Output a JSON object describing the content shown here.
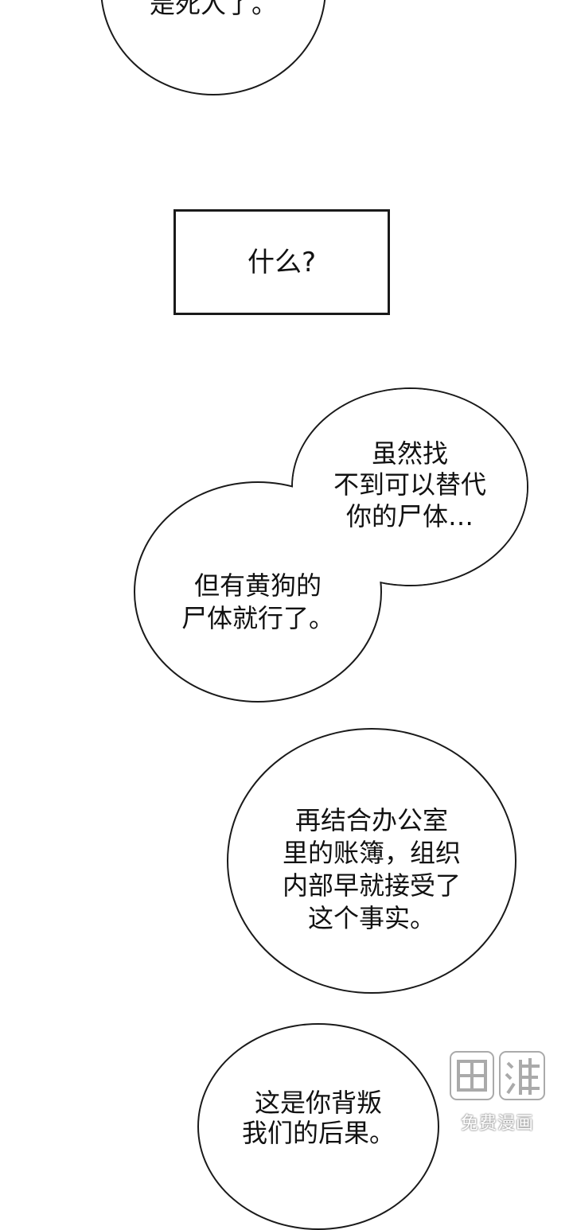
{
  "panels": {
    "top_bubble": {
      "text": "是死人了。"
    },
    "caption_box": {
      "text": "什么?"
    },
    "double_bubble": {
      "upper_lines": [
        "虽然找",
        "不到可以替代",
        "你的尸体…"
      ],
      "lower_lines": [
        "但有黄狗的",
        "尸体就行了。"
      ]
    },
    "mid_bubble": {
      "lines": [
        "再结合办公室",
        "里的账簿，组织",
        "内部早就接受了",
        "这个事实。"
      ]
    },
    "bottom_bubble": {
      "lines": [
        "这是你背叛",
        "我们的后果。"
      ]
    }
  },
  "watermark": {
    "logo_text": "画涯",
    "subtitle": "免费漫画"
  },
  "colors": {
    "background": "#ffffff",
    "ink": "#1a1a1a"
  }
}
